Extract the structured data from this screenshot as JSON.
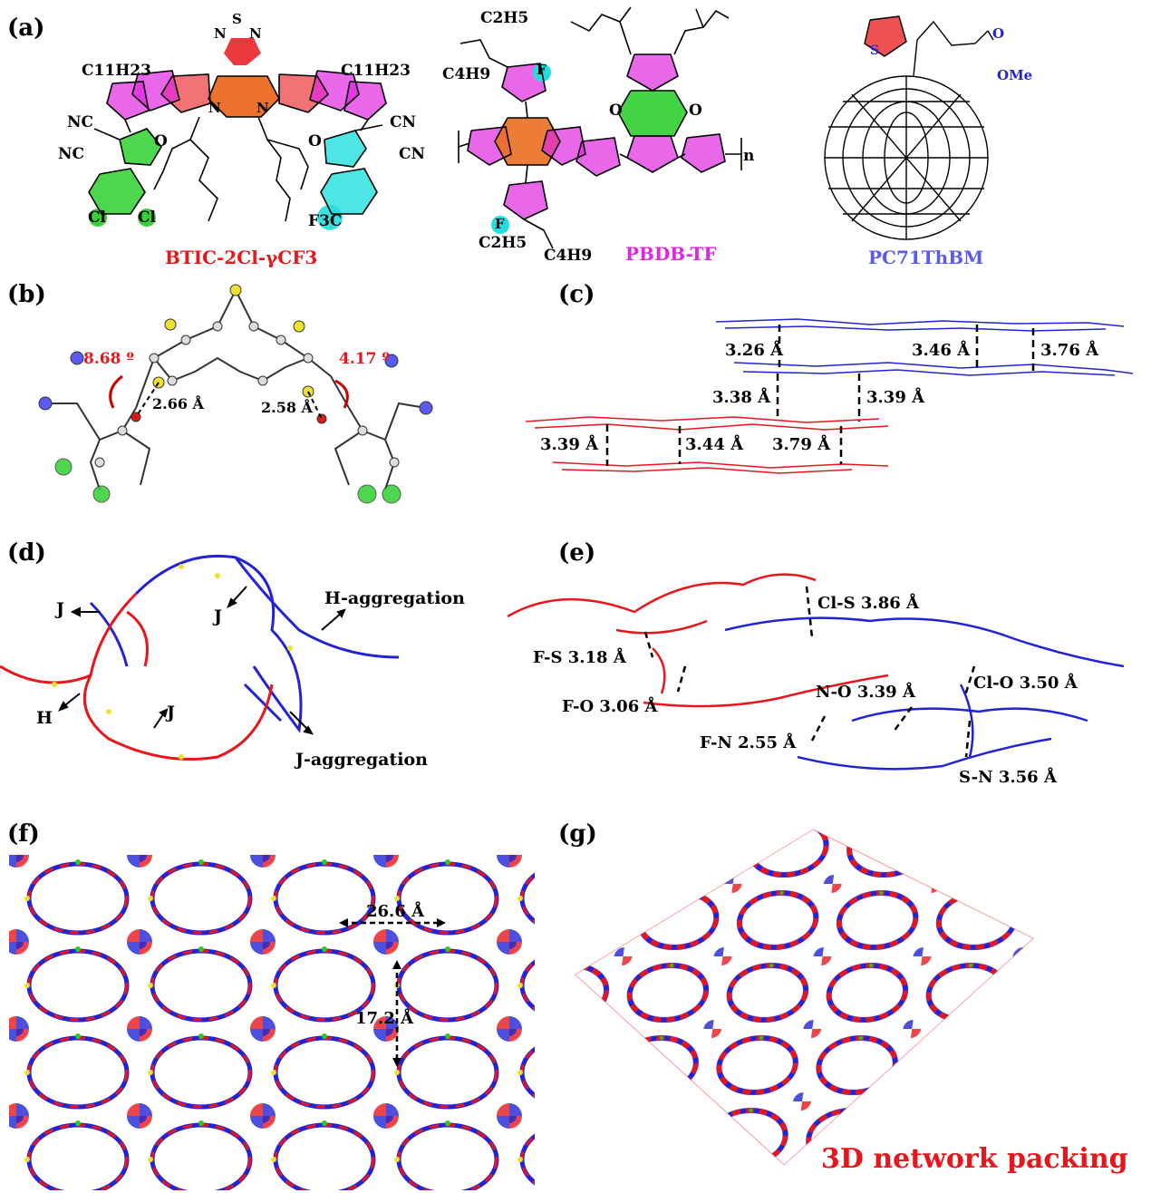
{
  "panels": {
    "a": "(a)",
    "b": "(b)",
    "c": "(c)",
    "d": "(d)",
    "e": "(e)",
    "f": "(f)",
    "g": "(g)"
  },
  "compounds": {
    "btic": "BTIC-2Cl-γCF3",
    "pbdb": "PBDB-TF",
    "pc71": "PC71ThBM"
  },
  "molecule_labels": {
    "c11h23_left": "C11H23",
    "c11h23_right": "C11H23",
    "nc_top": "NC",
    "nc_bottom": "NC",
    "cn_top": "CN",
    "cn_bottom": "CN",
    "cl_left": "Cl",
    "cl_right": "Cl",
    "f3c": "F3C",
    "o_left": "O",
    "o_right": "O",
    "n_left": "N",
    "n_right": "N",
    "s_top": "S",
    "n_core_l": "N",
    "n_core_r": "N",
    "c2h5_top": "C2H5",
    "c4h9_top": "C4H9",
    "c2h5_bot": "C2H5",
    "c4h9_bot": "C4H9",
    "f_top": "F",
    "f_bot": "F",
    "o_pb_l": "O",
    "o_pb_r": "O",
    "n_sub": "n",
    "ome": "OMe",
    "o_ester": "O",
    "s_thio": "S"
  },
  "panel_b": {
    "angle_left": "8.68 º",
    "angle_right": "4.17 º",
    "dist_left": "2.66 Å",
    "dist_right": "2.58 Å"
  },
  "panel_c": {
    "d1": "3.26 Å",
    "d2": "3.46 Å",
    "d3": "3.76 Å",
    "d4": "3.38 Å",
    "d5": "3.39 Å",
    "d6": "3.39 Å",
    "d7": "3.44 Å",
    "d8": "3.79 Å"
  },
  "panel_d": {
    "j1": "J",
    "j2": "J",
    "j3": "J",
    "h": "H",
    "h_agg": "H-aggregation",
    "j_agg": "J-aggregation"
  },
  "panel_e": {
    "cls": "Cl-S 3.86 Å",
    "fs": "F-S 3.18 Å",
    "clo": "Cl-O 3.50 Å",
    "no": "N-O 3.39 Å",
    "fo": "F-O 3.06 Å",
    "fn": "F-N 2.55 Å",
    "sn": "S-N 3.56 Å"
  },
  "panel_f": {
    "d_h": "26.6 Å",
    "d_v": "17.2 Å"
  },
  "panel_g": {
    "caption": "3D network packing"
  },
  "colors": {
    "red": "#e8161b",
    "blue": "#2323d6",
    "magenta": "#e026e0",
    "purple_blue": "#5a5af0",
    "green": "#22cc22",
    "cyan": "#22dede",
    "yellow": "#f0e030"
  }
}
